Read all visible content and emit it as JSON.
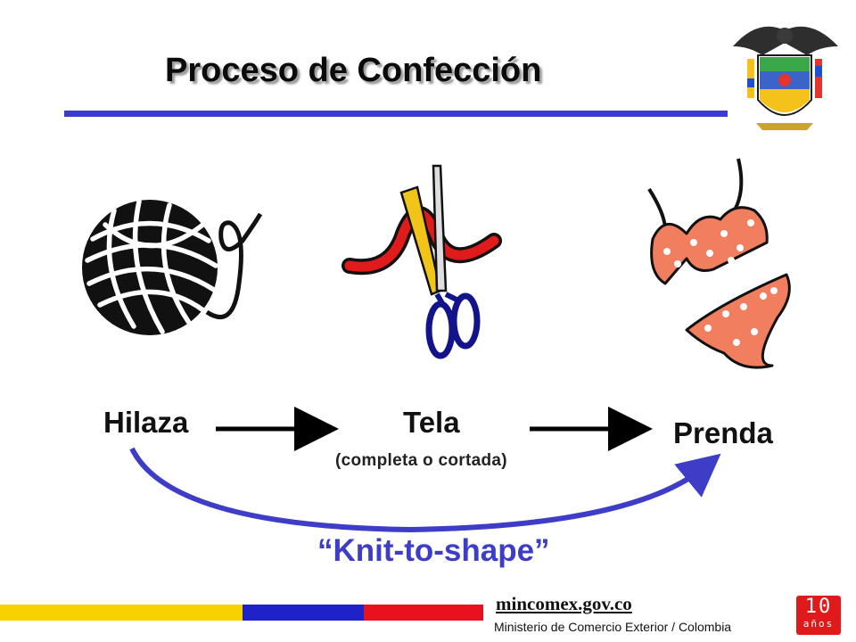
{
  "slide": {
    "title": "Proceso de Confección"
  },
  "process": {
    "steps": [
      {
        "label": "Hilaza",
        "note": ""
      },
      {
        "label": "Tela",
        "note": "(completa o cortada)"
      },
      {
        "label": "Prenda",
        "note": ""
      }
    ],
    "shortcut_label": "“Knit-to-shape”"
  },
  "footer": {
    "url": "mincomex.gov.co",
    "ministry": "Ministerio de Comercio Exterior / Colombia",
    "anniversary_number": "10",
    "anniversary_word": "años"
  },
  "colors": {
    "title_bar": "#3b3bd0",
    "knit_arrow": "#3d3dc8",
    "stripe_yellow": "#f7d200",
    "stripe_blue": "#1e22c8",
    "stripe_red": "#e8111d",
    "badge": "#e01a1a"
  },
  "icons": [
    "coat-of-arms-icon",
    "yarn-ball-icon",
    "scissors-fabric-icon",
    "bikini-garment-icon"
  ]
}
